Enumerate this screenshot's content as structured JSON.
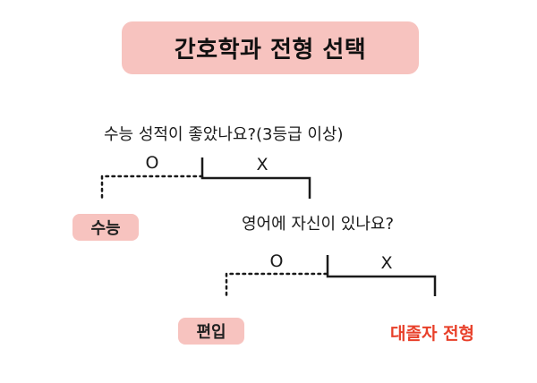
{
  "title": "간호학과 전형 선택",
  "question1": {
    "text": "수능 성적이 좋았나요?(3등급 이상)",
    "yes_label": "O",
    "no_label": "X",
    "yes_result": "수능"
  },
  "question2": {
    "text": "영어에 자신이 있나요?",
    "yes_label": "O",
    "no_label": "X",
    "yes_result": "편입",
    "no_result": "대졸자 전형"
  },
  "colors": {
    "pill_bg": "#f7c3bf",
    "result_red": "#e8402a",
    "line": "#1a1a1a"
  }
}
